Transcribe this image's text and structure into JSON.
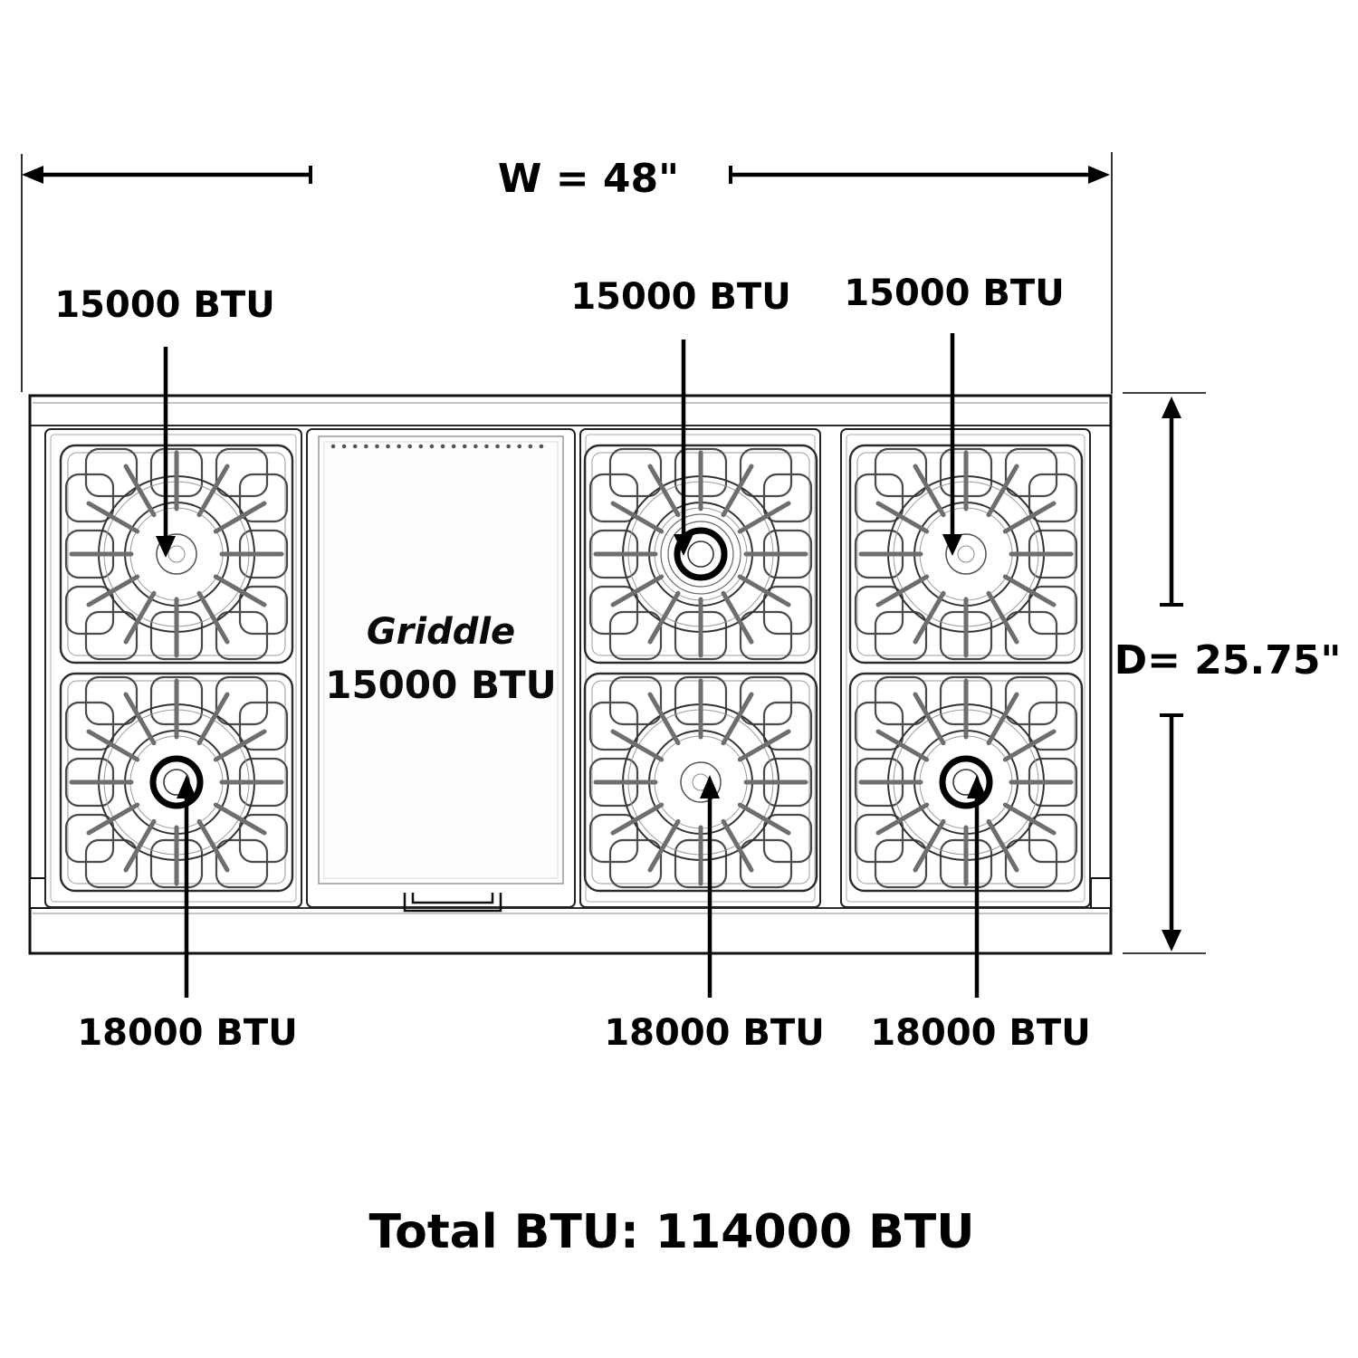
{
  "diagram": {
    "width_dimension": {
      "label": "W = 48\""
    },
    "depth_dimension": {
      "label": "D= 25.75\""
    },
    "top_burner_labels": [
      "15000 BTU",
      "15000 BTU",
      "15000 BTU"
    ],
    "bottom_burner_labels": [
      "18000 BTU",
      "18000 BTU",
      "18000 BTU"
    ],
    "griddle": {
      "name": "Griddle",
      "btu": "15000 BTU"
    },
    "total_line": "Total BTU: 114000 BTU",
    "colors": {
      "ink": "#000000",
      "line": "#2b2b2b",
      "grate_rod": "#6e6e6e",
      "griddle_plate": "#fdfdfd",
      "background": "#ffffff"
    }
  }
}
